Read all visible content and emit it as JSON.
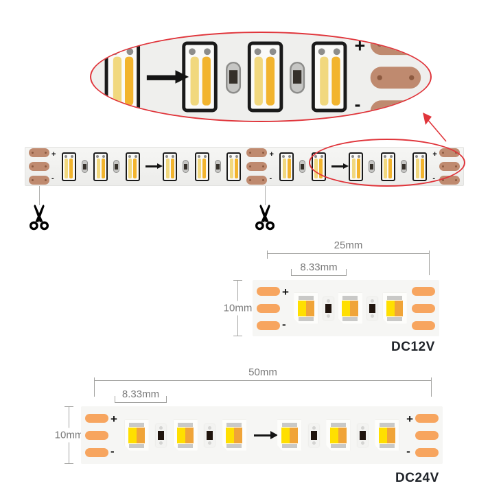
{
  "polarity": {
    "plus": "+",
    "minus": "-"
  },
  "magnified_view": {
    "sequence": [
      "led",
      "arrow",
      "led",
      "res",
      "led",
      "res",
      "led",
      "pads:left"
    ]
  },
  "strip_view": {
    "sequence": [
      "pads:right",
      "led",
      "res",
      "led",
      "res",
      "led",
      "arrow",
      "led",
      "res",
      "led",
      "res",
      "led",
      "pads:right",
      "led",
      "res",
      "led",
      "arrow",
      "led",
      "res",
      "led",
      "res",
      "led",
      "pads:left"
    ]
  },
  "diagrams": {
    "dc12v": {
      "label": "DC12V",
      "length": "25mm",
      "pitch": "8.33mm",
      "width": "10mm",
      "sequence": [
        "pads:right",
        "led",
        "res",
        "led",
        "res",
        "led",
        "pads"
      ]
    },
    "dc24v": {
      "label": "DC24V",
      "length": "50mm",
      "pitch": "8.33mm",
      "width": "10mm",
      "sequence": [
        "pads:right",
        "led",
        "res",
        "led",
        "res",
        "led",
        "arrow",
        "led",
        "res",
        "led",
        "res",
        "led",
        "pads:left"
      ]
    }
  },
  "icons": [
    "scissors-icon",
    "direction-arrow-icon",
    "magnify-pointer-arrow-icon"
  ],
  "colors": {
    "accent_red": "#e0353b",
    "copper_pad": "#bf8a6f",
    "orange_pad": "#f7a55f",
    "emitter_yellow": "#ffdf00",
    "emitter_amber": "#f0a438",
    "photo_bar_light": "#f1d87e",
    "photo_bar_gold": "#f2b42e",
    "dim_gray": "#7a7a7a",
    "label_dark": "#20242a"
  }
}
